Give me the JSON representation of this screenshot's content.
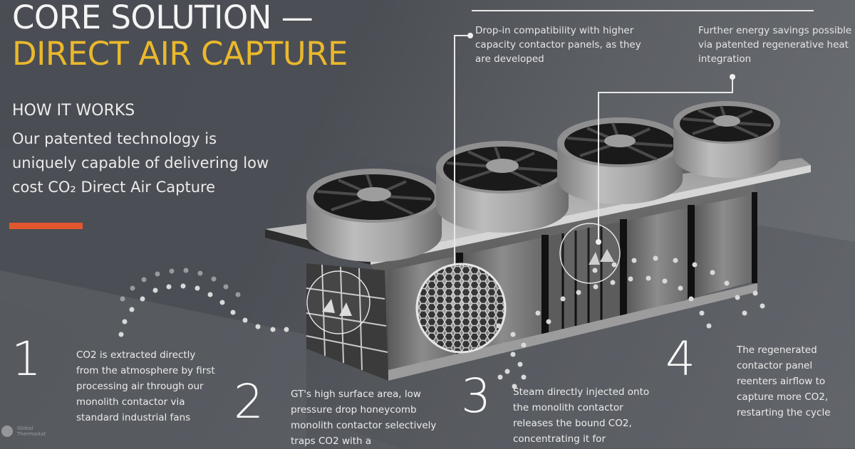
{
  "slide": {
    "title_line1": "CORE SOLUTION —",
    "title_line2": "DIRECT AIR CAPTURE",
    "section_heading": "HOW IT WORKS",
    "tagline": "Our patented technology is uniquely capable of delivering low cost CO₂ Direct Air Capture"
  },
  "callouts": [
    {
      "text": "Drop-in compatibility with higher capacity contactor panels, as they are developed"
    },
    {
      "text": "Further energy savings possible via patented regenerative heat integration"
    }
  ],
  "steps": [
    {
      "number": "1",
      "text": "CO2 is extracted directly from the atmosphere by first processing air through our monolith contactor via standard industrial fans"
    },
    {
      "number": "2",
      "text": "GT's high surface area, low pressure drop honeycomb monolith contactor selectively traps CO2 with a"
    },
    {
      "number": "3",
      "text": "Steam directly injected onto the monolith contactor releases the bound CO2, concentrating it for"
    },
    {
      "number": "4",
      "text": "The regenerated contactor panel reenters airflow to capture more CO2, restarting the cycle"
    }
  ],
  "logo": {
    "line1": "Global",
    "line2": "Thermostat"
  },
  "colors": {
    "title_white": "#f4f4f4",
    "title_accent": "#eab82c",
    "accent_bar": "#e4572e",
    "background": "#55585d"
  },
  "icons": {
    "fan": "industrial-fan-icon",
    "honeycomb": "honeycomb-monolith-icon",
    "airflow": "airflow-arrow-icon"
  }
}
